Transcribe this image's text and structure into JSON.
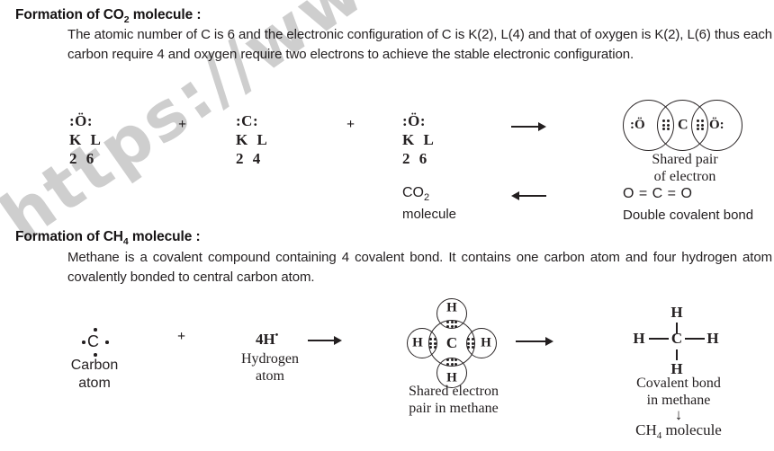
{
  "watermark": {
    "text": "https://www."
  },
  "colors": {
    "ink": "#231f20",
    "watermark": "#c6c6c6",
    "background": "#ffffff"
  },
  "icons": {
    "right_arrow": "→",
    "left_arrow": "←",
    "down_arrow": "↓",
    "electron_dot": "•"
  },
  "section_co2": {
    "heading": {
      "pre": "Formation of CO",
      "sub": "2",
      "post": " molecule :"
    },
    "paragraph": "The atomic number of C is 6 and the electronic configuration of C is K(2), L(4) and that of oxygen is K(2), L(6) thus each carbon require 4 and oxygen require two electrons to achieve the stable electronic configuration.",
    "reaction": {
      "oxygen1": {
        "symbol": ":Ö:",
        "shells": "K L",
        "electrons": "2 6"
      },
      "plus1": "+",
      "carbon": {
        "symbol": ":C:",
        "shells": "K L",
        "electrons": "2 4"
      },
      "plus2": "+",
      "oxygen2": {
        "symbol": ":Ö:",
        "shells": "K L",
        "electrons": "2 6"
      },
      "overlap_diagram": {
        "left_atom": ":Ö",
        "center_atom": "C",
        "right_atom": "Ö:",
        "caption_line1": "Shared pair",
        "caption_line2": "of electron"
      },
      "product": {
        "formula_pre": "CO",
        "formula_sub": "2",
        "label": "molecule"
      },
      "structure": {
        "formula": "O = C = O",
        "caption": "Double covalent bond"
      }
    }
  },
  "section_ch4": {
    "heading": {
      "pre": "Formation of CH",
      "sub": "4",
      "post": " molecule :"
    },
    "paragraph": "Methane is a covalent compound containing 4 covalent bond. It contains one carbon atom and four hydrogen atom covalently bonded to central carbon atom.",
    "reaction": {
      "carbon": {
        "symbol": "C",
        "label_line1": "Carbon",
        "label_line2": "atom"
      },
      "plus": "+",
      "hydrogen": {
        "count_symbol": "4H",
        "dot": "•",
        "label_line1": "Hydrogen",
        "label_line2": "atom"
      },
      "overlap_diagram": {
        "center_atom": "C",
        "h_top": "H",
        "h_bottom": "H",
        "h_left": "H",
        "h_right": "H",
        "caption_line1": "Shared electron",
        "caption_line2": "pair in methane"
      },
      "structure": {
        "h_top": "H",
        "h_left": "H",
        "center": "C",
        "h_right": "H",
        "h_bottom": "H",
        "caption_line1": "Covalent bond",
        "caption_line2": "in methane",
        "product_pre": "CH",
        "product_sub": "4",
        "product_post": " molecule"
      }
    }
  }
}
